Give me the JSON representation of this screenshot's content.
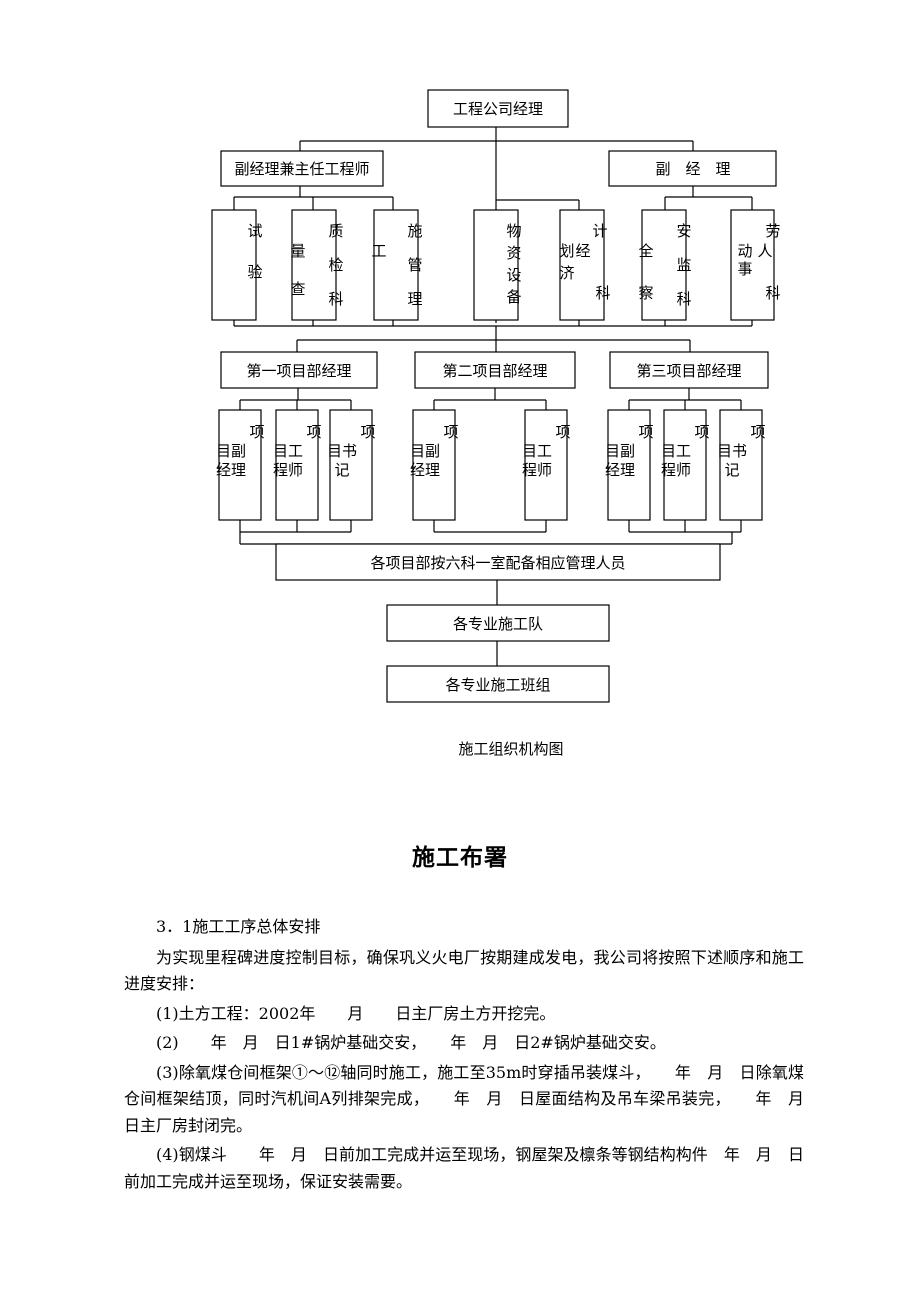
{
  "org_chart": {
    "root": "工程公司经理",
    "level2": [
      "副经理兼主任工程师",
      "副　经　理"
    ],
    "departments": [
      {
        "cols": [
          "试验",
          "量查",
          "质检科"
        ]
      },
      {
        "cols": [
          "工",
          "施管理"
        ]
      },
      {
        "cols": [
          "物资设备"
        ]
      },
      {
        "cols": [
          "划济",
          "计经科"
        ]
      },
      {
        "cols": [
          "全察",
          "安监科"
        ]
      },
      {
        "cols": [
          "劳动人事科"
        ]
      }
    ],
    "project_managers": [
      "第一项目部经理",
      "第二项目部经理",
      "第三项目部经理"
    ],
    "project_staff": [
      [
        "项目副经理",
        "项目工程师",
        "项目书记"
      ],
      [
        "项目副经理",
        "项目工程师"
      ],
      [
        "项目副经理",
        "项目工程师",
        "项目书记"
      ]
    ],
    "staffing": "各项目部按六科一室配备相应管理人员",
    "teams": "各专业施工队",
    "groups": "各专业施工班组"
  },
  "caption": "施工组织机构图",
  "section_title": "施工布署",
  "paragraphs": {
    "heading": "3．1施工工序总体安排",
    "intro": "为实现里程碑进度控制目标，确保巩义火电厂按期建成发电，我公司将按照下述顺序和施工进度安排：",
    "p1": "(1)土方工程：2002年　　月　　日主厂房土方开挖完。",
    "p2": "(2)　　年　月　日1#锅炉基础交安，　　年　月　日2#锅炉基础交安。",
    "p3": "(3)除氧煤仓间框架①～⑫轴同时施工，施工至35m时穿插吊装煤斗，　　年　月　日除氧煤仓间框架结顶，同时汽机间A列排架完成，　　年　月　日屋面结构及吊车梁吊装完，　　年　月　日主厂房封闭完。",
    "p4": "(4)钢煤斗　　年　月　日前加工完成并运至现场，钢屋架及檩条等钢结构构件　年　月　日前加工完成并运至现场，保证安装需要。"
  }
}
